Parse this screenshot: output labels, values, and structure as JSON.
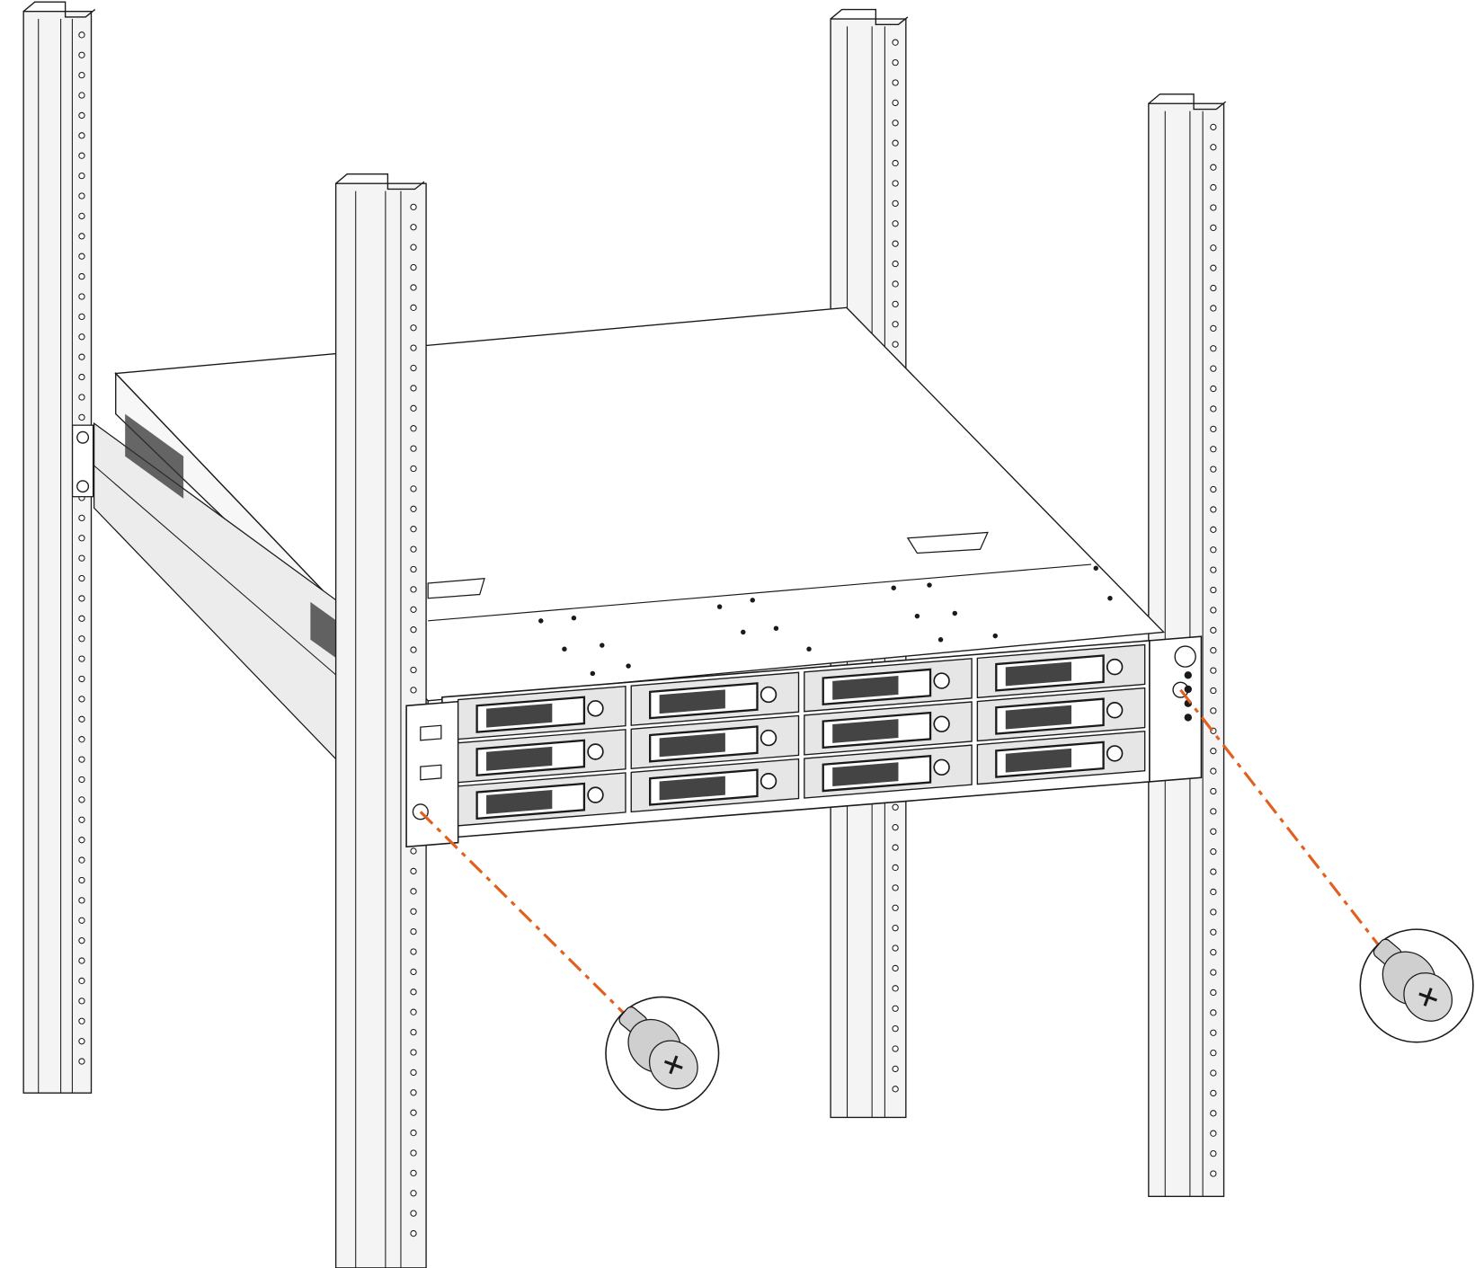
{
  "diagram": {
    "colors": {
      "line": "#1a1a1a",
      "post_fill": "#f4f4f4",
      "chassis_fill": "#ffffff",
      "bay_fill": "#e6e6e6",
      "callout_line": "#e2601f",
      "screw_fill": "#cfcfcf"
    },
    "drive_bays": {
      "rows": 3,
      "columns": 4
    },
    "callouts": [
      {
        "name": "left-rack-screw"
      },
      {
        "name": "right-rack-screw"
      }
    ]
  }
}
